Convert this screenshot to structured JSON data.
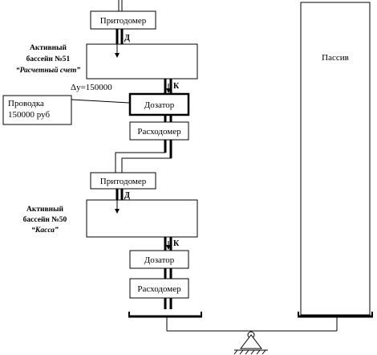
{
  "diagram": {
    "inflow_meter_1": "Притодомер",
    "inflow_meter_2": "Притодомер",
    "label_d_1": "Д",
    "label_d_2": "Д",
    "label_k_1": "К",
    "label_k_2": "К",
    "pool_51": {
      "line1": "Активный",
      "line2": "бассейн №51",
      "line3": "“Расчетный счет”"
    },
    "pool_50": {
      "line1": "Активный",
      "line2": "бассейн №50",
      "line3": "“Касса”"
    },
    "delta_label": "Δу=150000",
    "posting": {
      "line1": "Проводка",
      "line2": "150000 руб"
    },
    "dispenser_1": "Дозатор",
    "dispenser_2": "Дозатор",
    "flowmeter_1": "Расходомер",
    "flowmeter_2": "Расходомер",
    "passive": "Пассив"
  }
}
